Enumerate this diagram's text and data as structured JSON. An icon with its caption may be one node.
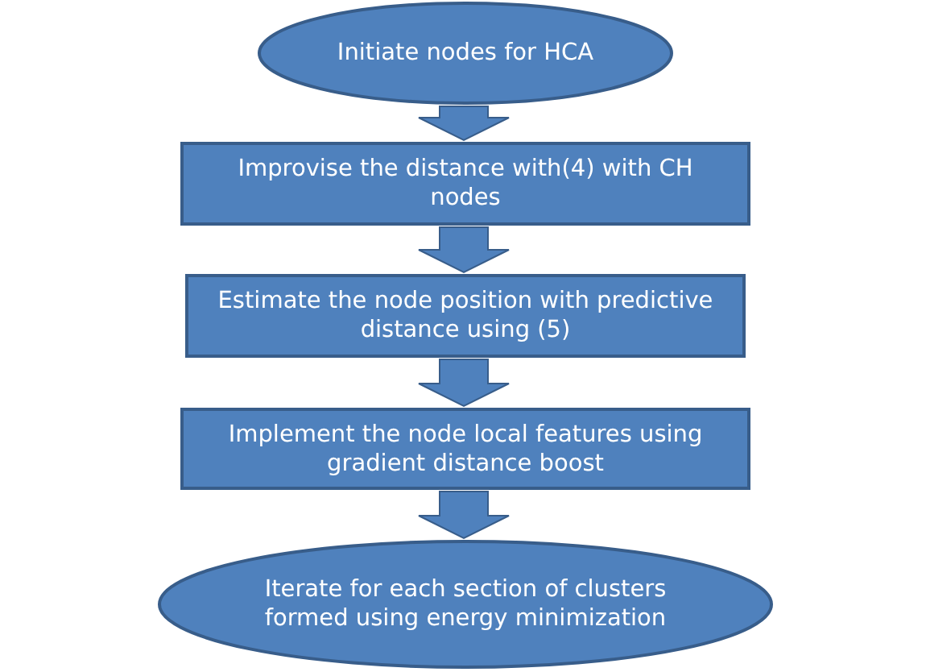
{
  "diagram": {
    "nodes": [
      {
        "text": [
          "Initiate nodes for HCA"
        ]
      },
      {
        "text": [
          "Improvise the distance with(4) with CH nodes"
        ]
      },
      {
        "text": [
          "Estimate the node position with predictive distance using (5)"
        ]
      },
      {
        "text": [
          "Implement the node local features using gradient distance boost"
        ]
      },
      {
        "text": [
          "Iterate for each section of clusters formed using energy minimization"
        ]
      }
    ],
    "edges": [
      {
        "from": 0,
        "to": 1,
        "arrow": "to"
      },
      {
        "from": 1,
        "to": 2,
        "arrow": "to"
      },
      {
        "from": 2,
        "to": 3,
        "arrow": "to"
      },
      {
        "from": 3,
        "to": 4,
        "arrow": "to"
      }
    ]
  }
}
